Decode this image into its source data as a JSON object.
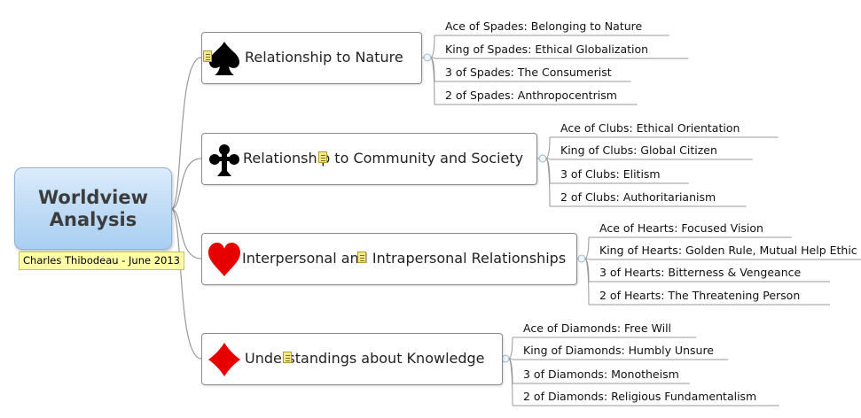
{
  "root": {
    "title": "Worldview\nAnalysis",
    "note": "Charles Thibodeau - June 2013"
  },
  "topics": [
    {
      "label": "Relationship to Nature",
      "suit": "spade-icon",
      "children": [
        "Ace of Spades: Belonging to Nature",
        "King of Spades: Ethical Globalization",
        "3 of Spades: The Consumerist",
        "2 of Spades: Anthropocentrism"
      ]
    },
    {
      "label": "Relationship to Community and Society",
      "suit": "club-icon",
      "children": [
        "Ace of Clubs: Ethical Orientation",
        "King of Clubs: Global Citizen",
        "3 of Clubs: Elitism",
        "2 of Clubs: Authoritarianism"
      ]
    },
    {
      "label": "Interpersonal and Intrapersonal Relationships",
      "suit": "heart-icon",
      "children": [
        "Ace of Hearts: Focused Vision",
        "King of Hearts: Golden Rule, Mutual Help Ethic",
        "3 of Hearts: Bitterness & Vengeance",
        "2 of Hearts: The Threatening Person"
      ]
    },
    {
      "label": "Understandings about Knowledge",
      "suit": "diamond-icon",
      "children": [
        "Ace of Diamonds: Free Will",
        "King of Diamonds: Humbly Unsure",
        "3 of Diamonds: Monotheism",
        "2 of Diamonds: Religious Fundamentalism"
      ]
    }
  ],
  "colors": {
    "connector": "#999999",
    "spade": "#000000",
    "club": "#000000",
    "heart": "#e60000",
    "diamond": "#e60000",
    "root_fill": "#c2ddf6",
    "note_fill": "#ffffa6"
  }
}
